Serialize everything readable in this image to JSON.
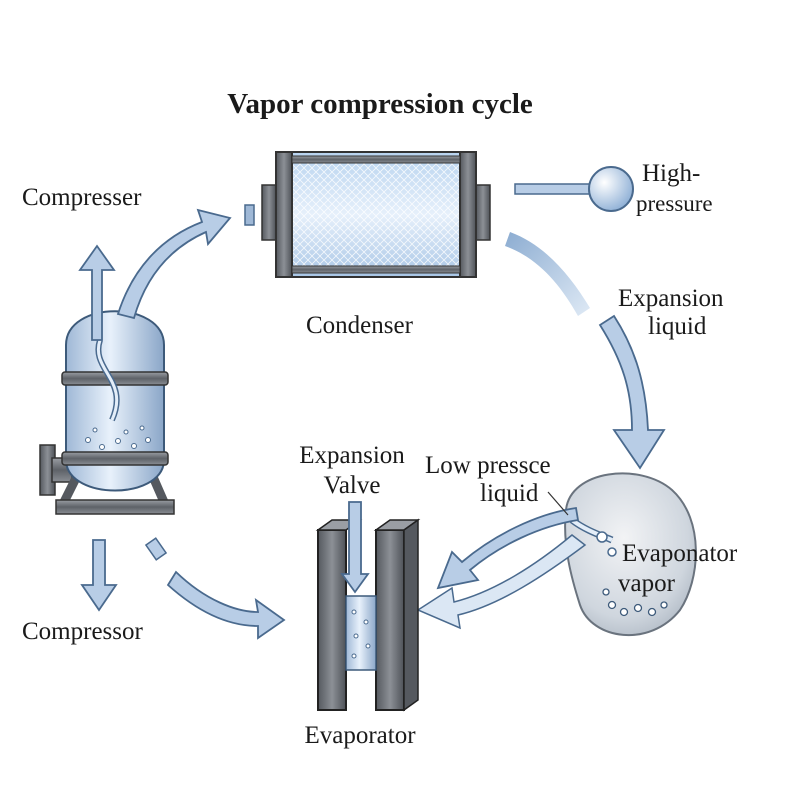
{
  "title": "Vapor compression cycle",
  "labels": {
    "compresser_top": "Compresser",
    "compressor_bottom": "Compressor",
    "condenser": "Condenser",
    "high_pressure_line1": "High-",
    "high_pressure_line2": "pressure",
    "expansion_liquid_line1": "Expansion",
    "expansion_liquid_line2": "liquid",
    "expansion_valve_line1": "Expansion",
    "expansion_valve_line2": "Valve",
    "low_pressure_line1": "Low pressce",
    "low_pressure_line2": "liquid",
    "evaporator_vapor_line1": "Evaponator",
    "evaporator_vapor_line2": "vapor",
    "evaporator_bottom": "Evaporator"
  },
  "colors": {
    "arrow_fill": "#b8cde6",
    "arrow_stroke": "#4a6a8e",
    "metal": "#6e7278",
    "glass": "#cfe0f2"
  }
}
